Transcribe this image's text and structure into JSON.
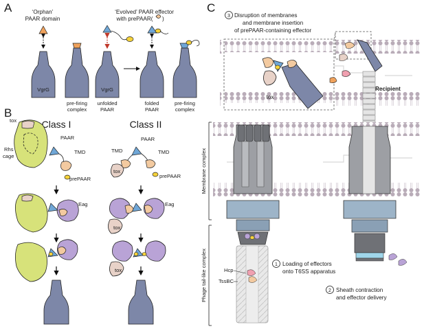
{
  "panels": {
    "a": "A",
    "b": "B",
    "c": "C"
  },
  "panel_a": {
    "orphan_title_1": "‘Orphan’",
    "orphan_title_2": "PAAR domain",
    "evolved_title_1": "‘Evolved’ PAAR effector",
    "evolved_title_2": "with prePAAR(",
    "evolved_title_3": ")",
    "vgrg": "VgrG",
    "prefiring_1": "pre-firing",
    "prefiring_2": "complex",
    "vgrg_2": "VgrG",
    "unfolded_1": "unfolded",
    "unfolded_2": "PAAR",
    "folded_1": "folded",
    "folded_2": "PAAR",
    "prefiring_3": "pre-firing",
    "prefiring_4": "complex"
  },
  "panel_b": {
    "class_1": "Class I",
    "class_2": "Class II",
    "tox_1": "tox",
    "rhs_1": "Rhs",
    "rhs_2": "cage",
    "paar_1": "PAAR",
    "tmd_1": "TMD",
    "prepaar_1": "prePAAR",
    "eag_1": "Eag",
    "tmd_2": "TMD",
    "paar_2": "PAAR",
    "tmd_3": "TMD",
    "tox_2": "tox",
    "prepaar_2": "prePAAR",
    "eag_2": "Eag",
    "tox_3": "tox",
    "tox_4": "tox"
  },
  "panel_c": {
    "step3_num": "3",
    "step3_line1": "Disruption of membranes",
    "step3_line2": "and membrane insertion",
    "step3_line3": "of prePAAR-containing effector",
    "tox": "tox",
    "recipient": "Recipient",
    "membrane_complex": "Membrane complex",
    "phage_complex": "Phage tail-like complex",
    "hcp": "Hcp",
    "tssbc": "TssBC",
    "step1_num": "1",
    "step1_line1": "Loading of effectors",
    "step1_line2": "onto T6SS apparatus",
    "step2_num": "2",
    "step2_line1": "Sheath contraction",
    "step2_line2": "and effector delivery"
  },
  "colors": {
    "vgrg": "#7d87a8",
    "paar": "#6fa6d6",
    "prepaar": "#f5c89a",
    "tmd": "#f3caa0",
    "eag": "#b9a3d6",
    "tox": "#e8d2c8",
    "rhs": "#d7e27a",
    "orange": "#f0a25c",
    "yellow": "#f5d23a",
    "membrane": "#b9acb8",
    "gray_dark": "#6f7176",
    "gray_mid": "#9d9fa4",
    "blue_gray": "#9db4c8",
    "sheath": "#d4d4d4",
    "arrow_red": "#c0392b"
  }
}
